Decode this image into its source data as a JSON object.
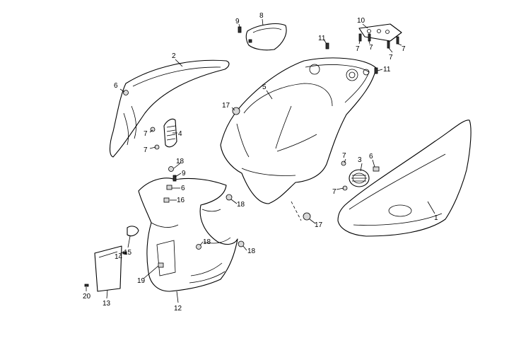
{
  "diagram": {
    "type": "exploded-parts-diagram",
    "callouts": [
      "1",
      "2",
      "3",
      "4",
      "5",
      "6",
      "6",
      "6",
      "7",
      "7",
      "7",
      "7",
      "7",
      "7",
      "7",
      "7",
      "8",
      "9",
      "9",
      "10",
      "11",
      "11",
      "12",
      "13",
      "14",
      "15",
      "16",
      "17",
      "17",
      "18",
      "18",
      "18",
      "18",
      "19",
      "20"
    ]
  }
}
